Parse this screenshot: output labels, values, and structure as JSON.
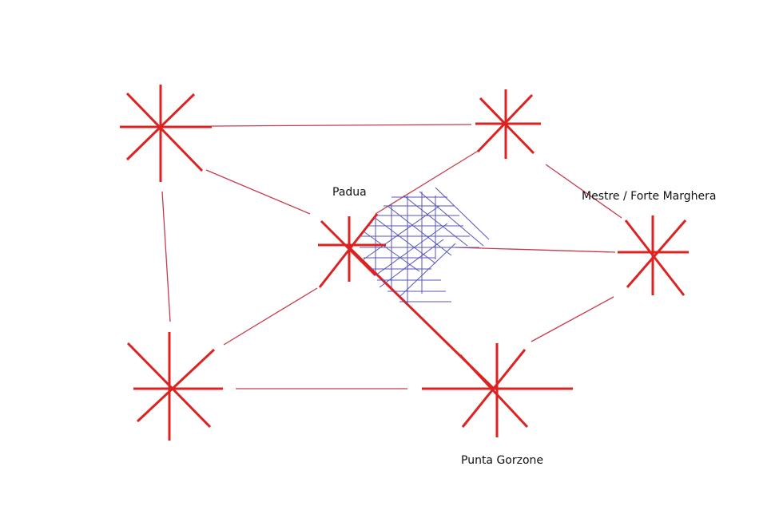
{
  "diagram": {
    "labels": {
      "padua": "Padua",
      "mestre": "Mestre / Forte Marghera",
      "punta": "Punta Gorzone"
    },
    "colors": {
      "star": "#dd2222",
      "thin_line": "#c83a4a",
      "bold_line": "#dd2222",
      "hatch": "#5555bb",
      "text": "#111111",
      "background": "#ffffff"
    },
    "nodes": [
      "top-left-star",
      "top-right-star",
      "padua-star",
      "mestre-star",
      "bottom-left-star",
      "punta-gorzone-star"
    ]
  }
}
